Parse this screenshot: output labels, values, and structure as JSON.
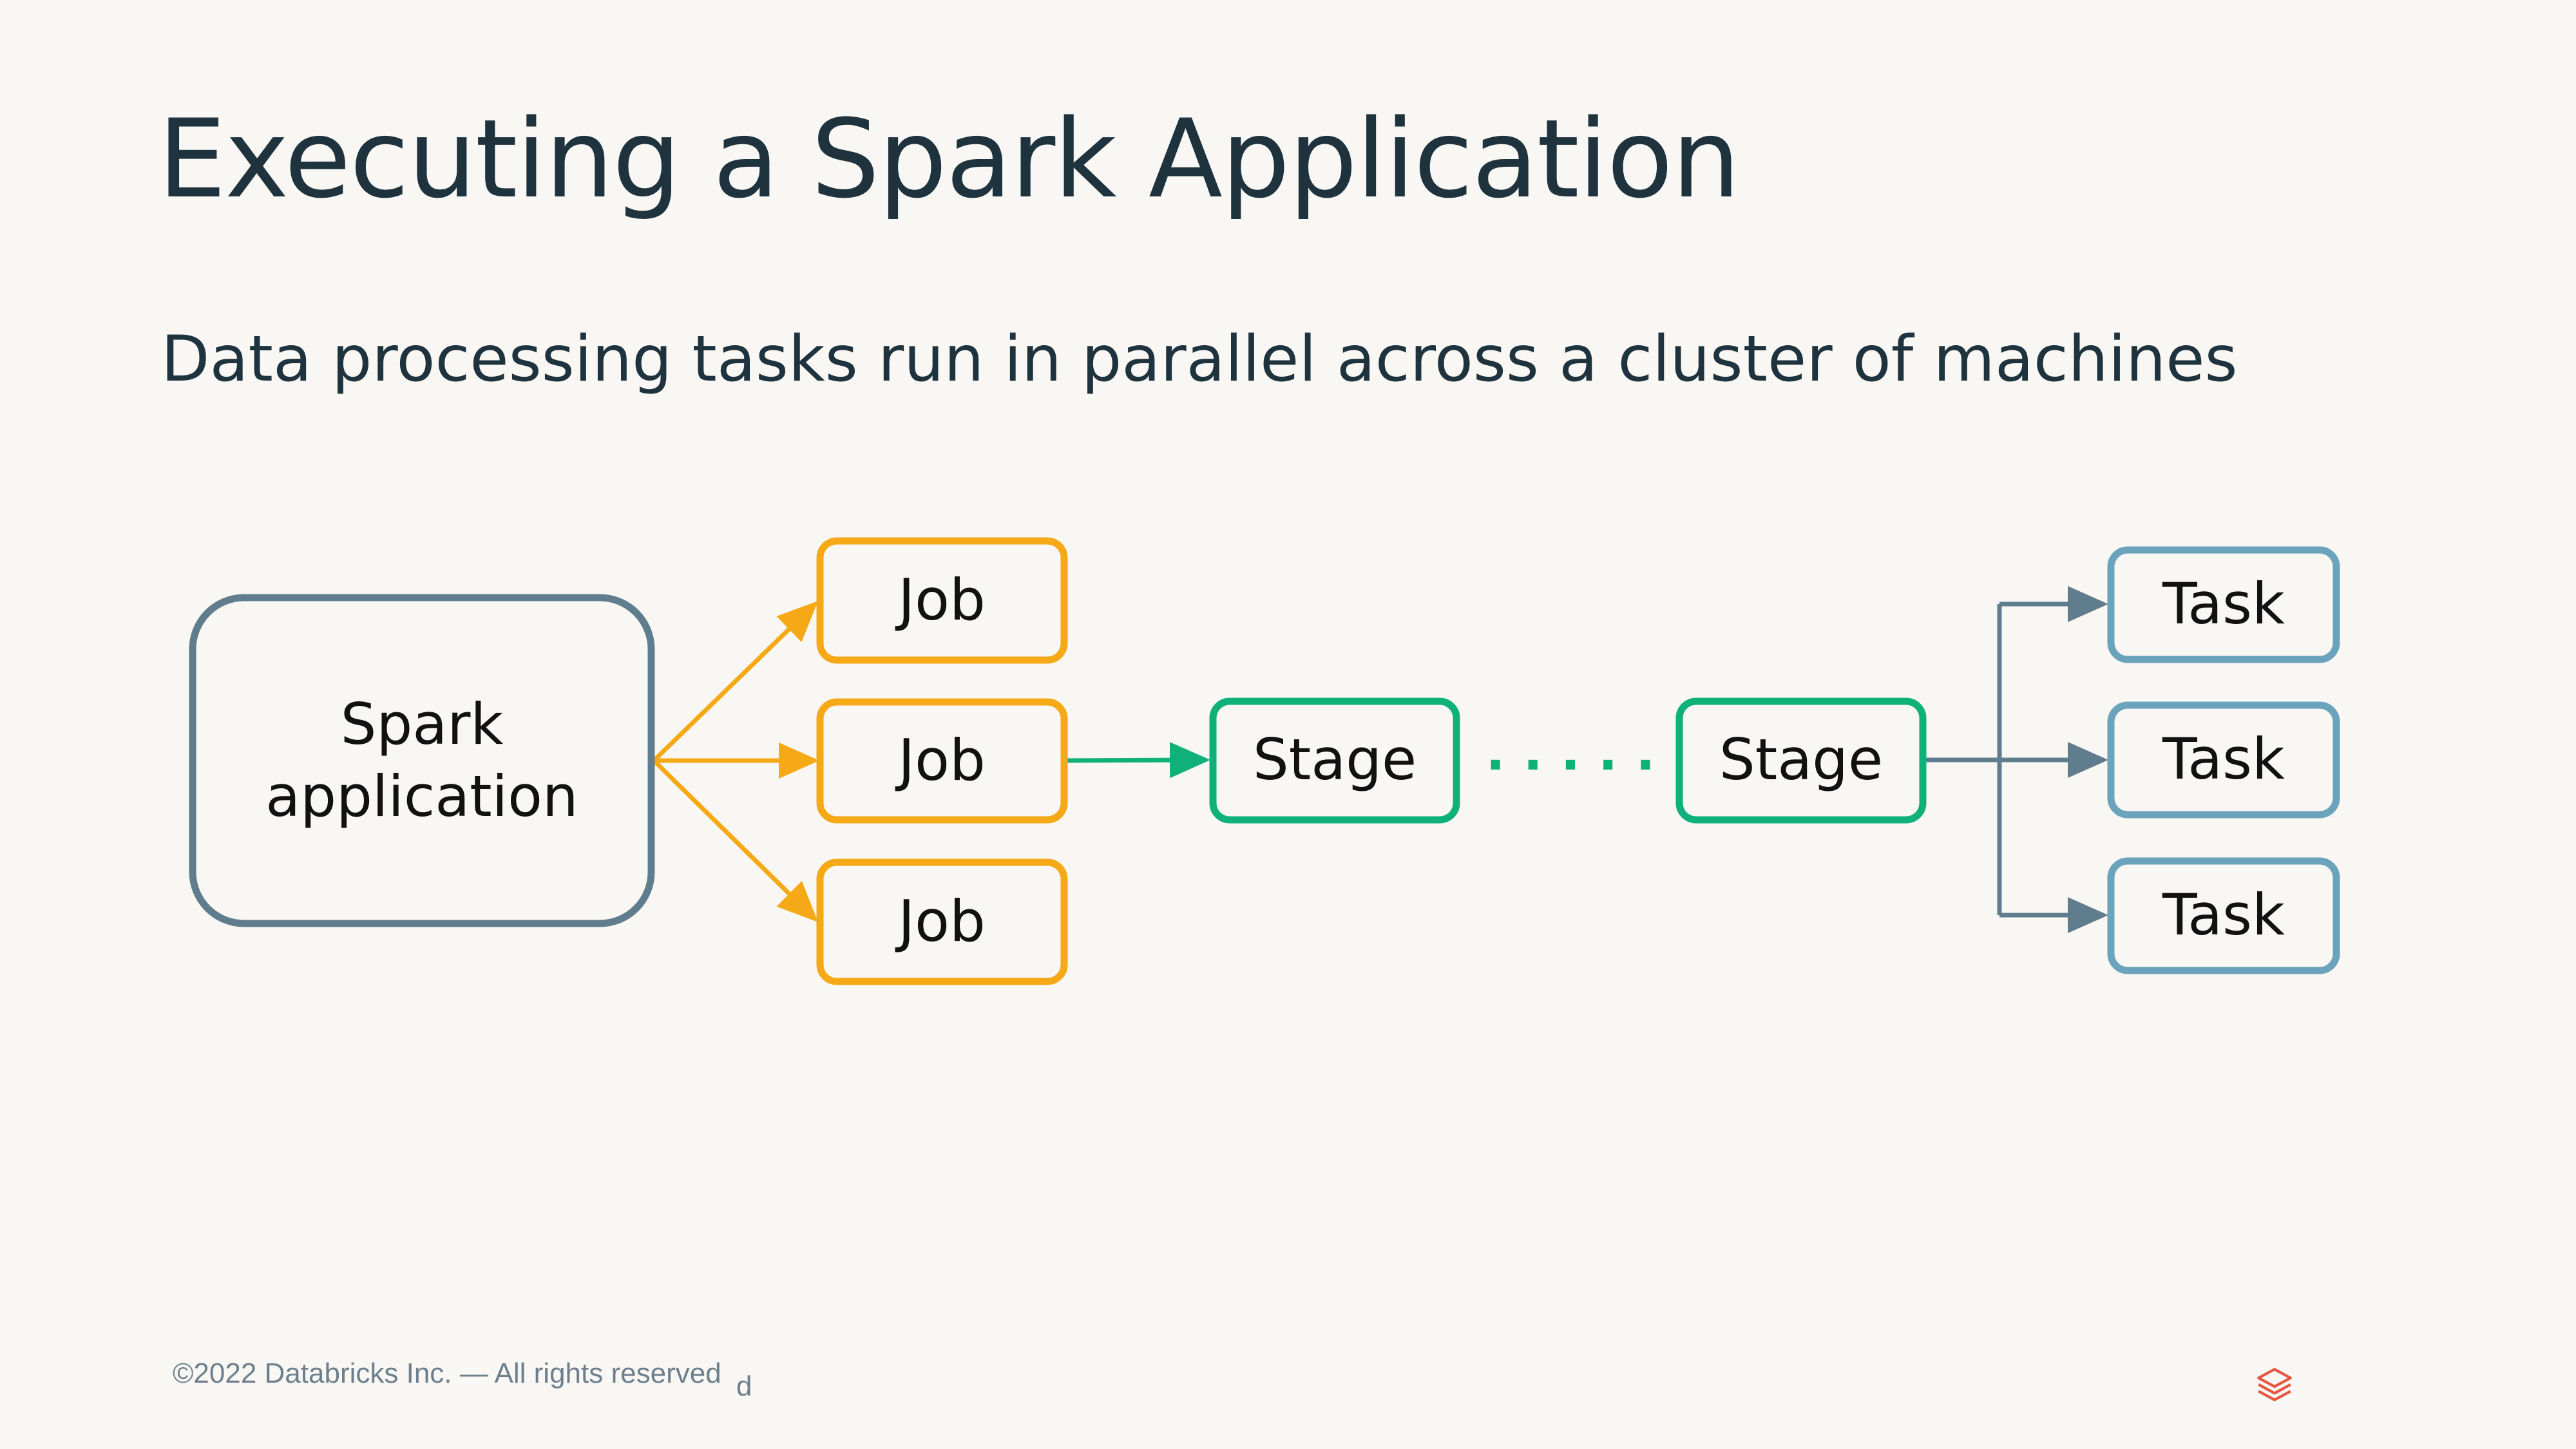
{
  "slide": {
    "title": "Executing a Spark Application",
    "subtitle": "Data processing tasks run in parallel across a cluster of machines"
  },
  "diagram": {
    "application": {
      "line1": "Spark",
      "line2": "application"
    },
    "jobs": [
      "Job",
      "Job",
      "Job"
    ],
    "stages": [
      "Stage",
      "Stage"
    ],
    "ellipsis": ". . . . .",
    "tasks": [
      "Task",
      "Task",
      "Task"
    ]
  },
  "footer": {
    "copyright": "©2022 Databricks Inc. — All rights reserved",
    "mark": "d"
  },
  "colors": {
    "background": "#f8f7f3",
    "application": "#5f7d8c",
    "job": "#f5a917",
    "stage": "#0fb07a",
    "task": "#6aa3bb",
    "connector_task": "#5f7d8c",
    "logo": "#e8543f"
  },
  "icons": {
    "logo": "databricks-layers-icon"
  }
}
